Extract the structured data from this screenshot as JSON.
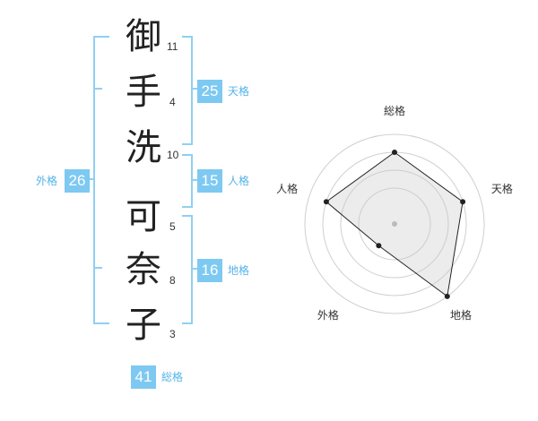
{
  "name": {
    "chars": [
      {
        "char": "御",
        "strokes": "11"
      },
      {
        "char": "手",
        "strokes": "4"
      },
      {
        "char": "洗",
        "strokes": "10"
      },
      {
        "char": "可",
        "strokes": "5"
      },
      {
        "char": "奈",
        "strokes": "8"
      },
      {
        "char": "子",
        "strokes": "3"
      }
    ]
  },
  "fortunes": {
    "tenkaku": {
      "value": "25",
      "label": "天格"
    },
    "jinkaku": {
      "value": "15",
      "label": "人格"
    },
    "chikaku": {
      "value": "16",
      "label": "地格"
    },
    "gaikaku": {
      "value": "26",
      "label": "外格"
    },
    "soukaku": {
      "value": "41",
      "label": "総格"
    }
  },
  "colors": {
    "accent": "#7dc9f2",
    "bracket": "#8fd0f4"
  },
  "chart_data": {
    "type": "radar",
    "axes": [
      "総格",
      "天格",
      "地格",
      "外格",
      "人格"
    ],
    "values": [
      4,
      4,
      5,
      1.5,
      4
    ],
    "rmax": 5,
    "rings": 4,
    "grid": true
  }
}
